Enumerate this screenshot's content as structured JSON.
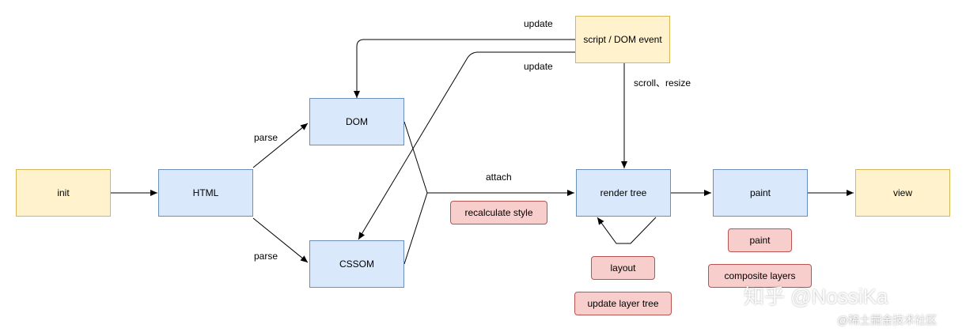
{
  "nodes": {
    "init": "init",
    "html": "HTML",
    "dom": "DOM",
    "cssom": "CSSOM",
    "render_tree": "render tree",
    "paint": "paint",
    "view": "view",
    "script_event": "script / DOM event"
  },
  "edge_labels": {
    "parse_top": "parse",
    "parse_bottom": "parse",
    "attach": "attach",
    "update_top": "update",
    "update_bottom": "update",
    "scroll_resize": "scroll、resize"
  },
  "notes": {
    "recalculate_style": "recalculate style",
    "layout": "layout",
    "update_layer_tree": "update layer tree",
    "paint": "paint",
    "composite_layers": "composite layers"
  },
  "watermark": {
    "main": "知乎 @NossiKa",
    "sub": "@稀土掘金技术社区"
  },
  "colors": {
    "yellow_fill": "#fff2cc",
    "blue_fill": "#dae8fc",
    "red_fill": "#f8cecc"
  }
}
